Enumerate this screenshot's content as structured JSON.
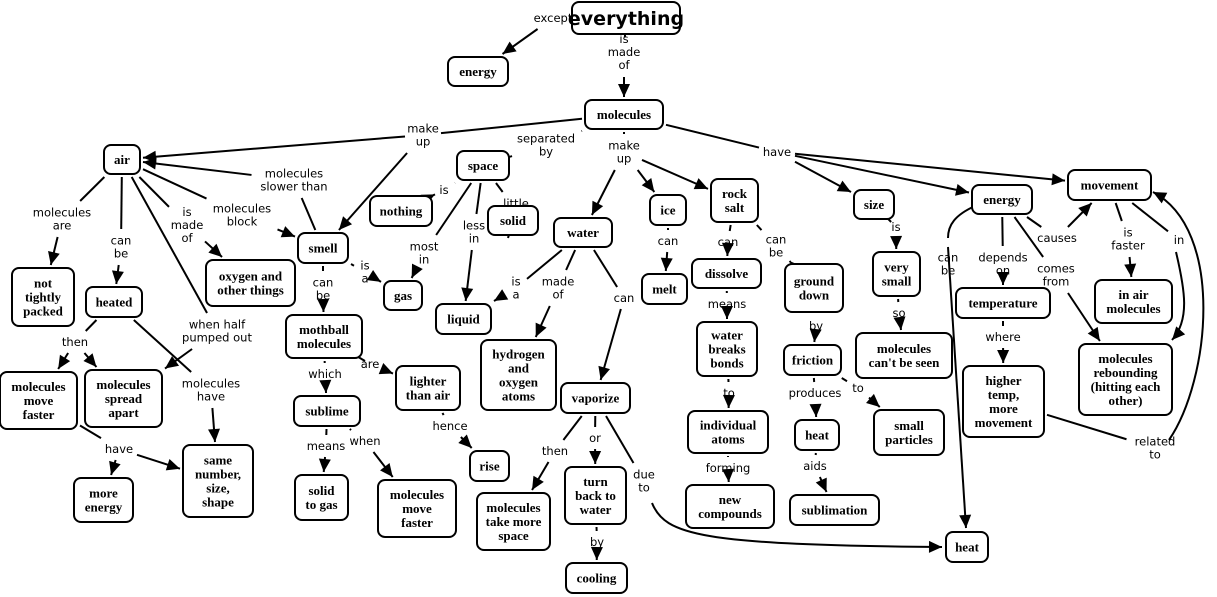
{
  "diagram": {
    "type": "concept-map",
    "concepts": [
      {
        "id": "everything",
        "label": [
          "everything"
        ]
      },
      {
        "id": "energy_top",
        "label": [
          "energy"
        ]
      },
      {
        "id": "molecules",
        "label": [
          "molecules"
        ]
      },
      {
        "id": "air",
        "label": [
          "air"
        ]
      },
      {
        "id": "space",
        "label": [
          "space"
        ]
      },
      {
        "id": "nothing",
        "label": [
          "nothing"
        ]
      },
      {
        "id": "solid",
        "label": [
          "solid"
        ]
      },
      {
        "id": "smell",
        "label": [
          "smell"
        ]
      },
      {
        "id": "gas",
        "label": [
          "gas"
        ]
      },
      {
        "id": "liquid",
        "label": [
          "liquid"
        ]
      },
      {
        "id": "water",
        "label": [
          "water"
        ]
      },
      {
        "id": "ice",
        "label": [
          "ice"
        ]
      },
      {
        "id": "melt",
        "label": [
          "melt"
        ]
      },
      {
        "id": "rock_salt",
        "label": [
          "rock",
          "salt"
        ]
      },
      {
        "id": "dissolve",
        "label": [
          "dissolve"
        ]
      },
      {
        "id": "water_breaks",
        "label": [
          "water",
          "breaks",
          "bonds"
        ]
      },
      {
        "id": "individual_atoms",
        "label": [
          "individual",
          "atoms"
        ]
      },
      {
        "id": "new_compounds",
        "label": [
          "new",
          "compounds"
        ]
      },
      {
        "id": "ground_down",
        "label": [
          "ground",
          "down"
        ]
      },
      {
        "id": "friction",
        "label": [
          "friction"
        ]
      },
      {
        "id": "heat_mid",
        "label": [
          "heat"
        ]
      },
      {
        "id": "sublimation",
        "label": [
          "sublimation"
        ]
      },
      {
        "id": "small_particles",
        "label": [
          "small",
          "particles"
        ]
      },
      {
        "id": "size",
        "label": [
          "size"
        ]
      },
      {
        "id": "very_small",
        "label": [
          "very",
          "small"
        ]
      },
      {
        "id": "cant_be_seen",
        "label": [
          "molecules",
          "can't be seen"
        ]
      },
      {
        "id": "energy_right",
        "label": [
          "energy"
        ]
      },
      {
        "id": "temperature",
        "label": [
          "temperature"
        ]
      },
      {
        "id": "higher_temp",
        "label": [
          "higher",
          "temp,",
          "more",
          "movement"
        ]
      },
      {
        "id": "movement",
        "label": [
          "movement"
        ]
      },
      {
        "id": "in_air_molecules",
        "label": [
          "in air",
          "molecules"
        ]
      },
      {
        "id": "rebounding",
        "label": [
          "molecules",
          "rebounding",
          "(hitting each",
          "other)"
        ]
      },
      {
        "id": "heat_bottom",
        "label": [
          "heat"
        ]
      },
      {
        "id": "not_tightly",
        "label": [
          "not",
          "tightly",
          "packed"
        ]
      },
      {
        "id": "heated",
        "label": [
          "heated"
        ]
      },
      {
        "id": "oxygen_other",
        "label": [
          "oxygen and",
          "other things"
        ]
      },
      {
        "id": "mol_move_faster_l",
        "label": [
          "molecules",
          "move",
          "faster"
        ]
      },
      {
        "id": "mol_spread_apart",
        "label": [
          "molecules",
          "spread",
          "apart"
        ]
      },
      {
        "id": "more_energy",
        "label": [
          "more",
          "energy"
        ]
      },
      {
        "id": "same_number",
        "label": [
          "same",
          "number,",
          "size,",
          "shape"
        ]
      },
      {
        "id": "mothball",
        "label": [
          "mothball",
          "molecules"
        ]
      },
      {
        "id": "lighter_than_air",
        "label": [
          "lighter",
          "than air"
        ]
      },
      {
        "id": "rise",
        "label": [
          "rise"
        ]
      },
      {
        "id": "sublime",
        "label": [
          "sublime"
        ]
      },
      {
        "id": "solid_to_gas",
        "label": [
          "solid",
          "to gas"
        ]
      },
      {
        "id": "mol_move_faster_m",
        "label": [
          "molecules",
          "move",
          "faster"
        ]
      },
      {
        "id": "hydrogen_oxygen",
        "label": [
          "hydrogen",
          "and",
          "oxygen",
          "atoms"
        ]
      },
      {
        "id": "vaporize",
        "label": [
          "vaporize"
        ]
      },
      {
        "id": "take_more_space",
        "label": [
          "molecules",
          "take more",
          "space"
        ]
      },
      {
        "id": "turn_back",
        "label": [
          "turn",
          "back to",
          "water"
        ]
      },
      {
        "id": "cooling",
        "label": [
          "cooling"
        ]
      }
    ],
    "linking_phrases": [
      {
        "id": "l_except",
        "label": [
          "except"
        ]
      },
      {
        "id": "l_is_made_of",
        "label": [
          "is",
          "made",
          "of"
        ]
      },
      {
        "id": "l_make_up_left",
        "label": [
          "make",
          "up"
        ]
      },
      {
        "id": "l_separated_by",
        "label": [
          "separated",
          "by"
        ]
      },
      {
        "id": "l_make_up_mid",
        "label": [
          "make",
          "up"
        ]
      },
      {
        "id": "l_have",
        "label": [
          "have"
        ]
      },
      {
        "id": "l_mol_slower",
        "label": [
          "molecules",
          "slower than"
        ]
      },
      {
        "id": "l_mol_are",
        "label": [
          "molecules",
          "are"
        ]
      },
      {
        "id": "l_can_be_air",
        "label": [
          "can",
          "be"
        ]
      },
      {
        "id": "l_is_made_of_air",
        "label": [
          "is",
          "made",
          "of"
        ]
      },
      {
        "id": "l_mol_block",
        "label": [
          "molecules",
          "block"
        ]
      },
      {
        "id": "l_when_half",
        "label": [
          "when half",
          "pumped out"
        ]
      },
      {
        "id": "l_then_heated",
        "label": [
          "then"
        ]
      },
      {
        "id": "l_mol_have",
        "label": [
          "molecules",
          "have"
        ]
      },
      {
        "id": "l_have_left",
        "label": [
          "have"
        ]
      },
      {
        "id": "l_is_space",
        "label": [
          "is"
        ]
      },
      {
        "id": "l_most_in",
        "label": [
          "most",
          "in"
        ]
      },
      {
        "id": "l_less_in",
        "label": [
          "less",
          "in"
        ]
      },
      {
        "id": "l_little_in",
        "label": [
          "little",
          "in"
        ]
      },
      {
        "id": "l_is_a_smell",
        "label": [
          "is",
          "a"
        ]
      },
      {
        "id": "l_can_be_smell",
        "label": [
          "can",
          "be"
        ]
      },
      {
        "id": "l_are",
        "label": [
          "are"
        ]
      },
      {
        "id": "l_which",
        "label": [
          "which"
        ]
      },
      {
        "id": "l_hence",
        "label": [
          "hence"
        ]
      },
      {
        "id": "l_means_sub",
        "label": [
          "means"
        ]
      },
      {
        "id": "l_when",
        "label": [
          "when"
        ]
      },
      {
        "id": "l_is_a_water",
        "label": [
          "is",
          "a"
        ]
      },
      {
        "id": "l_made_of_water",
        "label": [
          "made",
          "of"
        ]
      },
      {
        "id": "l_can_water",
        "label": [
          "can"
        ]
      },
      {
        "id": "l_then_vap",
        "label": [
          "then"
        ]
      },
      {
        "id": "l_or",
        "label": [
          "or"
        ]
      },
      {
        "id": "l_due_to",
        "label": [
          "due",
          "to"
        ]
      },
      {
        "id": "l_by_cool",
        "label": [
          "by"
        ]
      },
      {
        "id": "l_can_ice",
        "label": [
          "can"
        ]
      },
      {
        "id": "l_can_salt",
        "label": [
          "can"
        ]
      },
      {
        "id": "l_can_be_salt",
        "label": [
          "can",
          "be"
        ]
      },
      {
        "id": "l_means_diss",
        "label": [
          "means"
        ]
      },
      {
        "id": "l_to_atoms",
        "label": [
          "to"
        ]
      },
      {
        "id": "l_forming",
        "label": [
          "forming"
        ]
      },
      {
        "id": "l_by_friction",
        "label": [
          "by"
        ]
      },
      {
        "id": "l_produces",
        "label": [
          "produces"
        ]
      },
      {
        "id": "l_to_particles",
        "label": [
          "to"
        ]
      },
      {
        "id": "l_aids",
        "label": [
          "aids"
        ]
      },
      {
        "id": "l_is_size",
        "label": [
          "is"
        ]
      },
      {
        "id": "l_so",
        "label": [
          "so"
        ]
      },
      {
        "id": "l_can_be_energy",
        "label": [
          "can",
          "be"
        ]
      },
      {
        "id": "l_depends_on",
        "label": [
          "depends",
          "on"
        ]
      },
      {
        "id": "l_causes",
        "label": [
          "causes"
        ]
      },
      {
        "id": "l_comes_from",
        "label": [
          "comes",
          "from"
        ]
      },
      {
        "id": "l_where",
        "label": [
          "where"
        ]
      },
      {
        "id": "l_is_faster",
        "label": [
          "is",
          "faster"
        ]
      },
      {
        "id": "l_in",
        "label": [
          "in"
        ]
      },
      {
        "id": "l_related_to",
        "label": [
          "related",
          "to"
        ]
      }
    ],
    "propositions": [
      [
        "everything",
        "l_except",
        "energy_top"
      ],
      [
        "everything",
        "l_is_made_of",
        "molecules"
      ],
      [
        "molecules",
        "l_make_up_left",
        "air"
      ],
      [
        "molecules",
        "l_make_up_left",
        "smell"
      ],
      [
        "molecules",
        "l_separated_by",
        "space"
      ],
      [
        "molecules",
        "l_make_up_mid",
        "water"
      ],
      [
        "molecules",
        "l_make_up_mid",
        "ice"
      ],
      [
        "molecules",
        "l_make_up_mid",
        "rock_salt"
      ],
      [
        "molecules",
        "l_have",
        "size"
      ],
      [
        "molecules",
        "l_have",
        "energy_right"
      ],
      [
        "molecules",
        "l_have",
        "movement"
      ],
      [
        "smell",
        "l_mol_slower",
        "air"
      ],
      [
        "air",
        "l_mol_are",
        "not_tightly"
      ],
      [
        "air",
        "l_can_be_air",
        "heated"
      ],
      [
        "air",
        "l_is_made_of_air",
        "oxygen_other"
      ],
      [
        "air",
        "l_mol_block",
        "smell"
      ],
      [
        "air",
        "l_when_half",
        "mol_spread_apart"
      ],
      [
        "heated",
        "l_then_heated",
        "mol_move_faster_l"
      ],
      [
        "heated",
        "l_then_heated",
        "mol_spread_apart"
      ],
      [
        "heated",
        "l_mol_have",
        "same_number"
      ],
      [
        "mol_move_faster_l",
        "l_have_left",
        "more_energy"
      ],
      [
        "mol_move_faster_l",
        "l_have_left",
        "same_number"
      ],
      [
        "space",
        "l_is_space",
        "nothing"
      ],
      [
        "space",
        "l_most_in",
        "gas"
      ],
      [
        "space",
        "l_less_in",
        "liquid"
      ],
      [
        "space",
        "l_little_in",
        "solid"
      ],
      [
        "smell",
        "l_is_a_smell",
        "gas"
      ],
      [
        "smell",
        "l_can_be_smell",
        "mothball"
      ],
      [
        "mothball",
        "l_are",
        "lighter_than_air"
      ],
      [
        "mothball",
        "l_which",
        "sublime"
      ],
      [
        "lighter_than_air",
        "l_hence",
        "rise"
      ],
      [
        "sublime",
        "l_means_sub",
        "solid_to_gas"
      ],
      [
        "sublime",
        "l_when",
        "mol_move_faster_m"
      ],
      [
        "water",
        "l_is_a_water",
        "liquid"
      ],
      [
        "water",
        "l_made_of_water",
        "hydrogen_oxygen"
      ],
      [
        "water",
        "l_can_water",
        "vaporize"
      ],
      [
        "vaporize",
        "l_then_vap",
        "take_more_space"
      ],
      [
        "vaporize",
        "l_or",
        "turn_back"
      ],
      [
        "vaporize",
        "l_due_to",
        "heat_bottom"
      ],
      [
        "turn_back",
        "l_by_cool",
        "cooling"
      ],
      [
        "ice",
        "l_can_ice",
        "melt"
      ],
      [
        "rock_salt",
        "l_can_salt",
        "dissolve"
      ],
      [
        "rock_salt",
        "l_can_be_salt",
        "ground_down"
      ],
      [
        "dissolve",
        "l_means_diss",
        "water_breaks"
      ],
      [
        "water_breaks",
        "l_to_atoms",
        "individual_atoms"
      ],
      [
        "individual_atoms",
        "l_forming",
        "new_compounds"
      ],
      [
        "ground_down",
        "l_by_friction",
        "friction"
      ],
      [
        "friction",
        "l_produces",
        "heat_mid"
      ],
      [
        "friction",
        "l_to_particles",
        "small_particles"
      ],
      [
        "heat_mid",
        "l_aids",
        "sublimation"
      ],
      [
        "size",
        "l_is_size",
        "very_small"
      ],
      [
        "very_small",
        "l_so",
        "cant_be_seen"
      ],
      [
        "energy_right",
        "l_can_be_energy",
        "heat_bottom"
      ],
      [
        "energy_right",
        "l_depends_on",
        "temperature"
      ],
      [
        "energy_right",
        "l_causes",
        "movement"
      ],
      [
        "energy_right",
        "l_comes_from",
        "rebounding"
      ],
      [
        "temperature",
        "l_where",
        "higher_temp"
      ],
      [
        "movement",
        "l_is_faster",
        "in_air_molecules"
      ],
      [
        "movement",
        "l_in",
        "rebounding"
      ],
      [
        "higher_temp",
        "l_related_to",
        "movement"
      ]
    ]
  }
}
